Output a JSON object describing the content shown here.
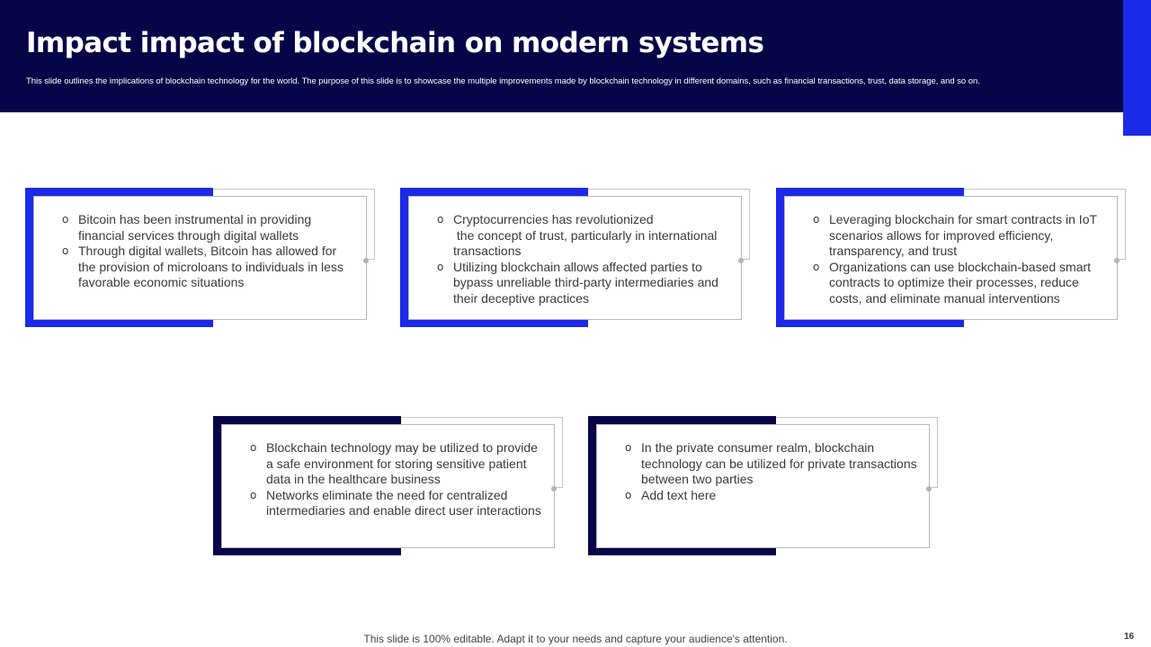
{
  "slide": {
    "title": "Impact impact of blockchain on modern systems",
    "subtitle": "This slide outlines the implications of blockchain technology for the world. The purpose of this slide is to showcase the multiple improvements made by blockchain technology in different domains, such as financial transactions, trust, data storage, and so on.",
    "footer": "This slide is 100% editable. Adapt it to your needs and capture your audience's attention.",
    "page_number": "16"
  },
  "colors": {
    "header_bg": "#050547",
    "accent_blue": "#1a2ae6",
    "accent_navy": "#050547"
  },
  "cards": [
    {
      "bullet_icon": "hollow-circle-bullet",
      "bullets": [
        "Bitcoin has been instrumental in providing financial services through digital wallets",
        "Through digital wallets, Bitcoin has allowed for the provision of microloans to individuals in less favorable economic situations"
      ]
    },
    {
      "bullet_icon": "hollow-circle-bullet",
      "bullets": [
        " the concept of trust, particularly in international transactions",
        "Utilizing blockchain allows affected parties to bypass unreliable third-party intermediaries and their deceptive practices"
      ],
      "lead": "Cryptocurrencies has revolutionized"
    },
    {
      "bullet_icon": "hollow-circle-bullet",
      "bullets": [
        "Leveraging blockchain for smart contracts in IoT scenarios allows for improved efficiency, transparency, and trust",
        "Organizations can use blockchain-based smart contracts to optimize their processes, reduce costs, and eliminate manual interventions"
      ]
    },
    {
      "bullet_icon": "hollow-circle-bullet",
      "bullets": [
        "Blockchain technology may be utilized to provide a safe environment for storing sensitive patient data in the healthcare business",
        "Networks eliminate the need for centralized intermediaries and enable direct user interactions"
      ]
    },
    {
      "bullet_icon": "hollow-circle-bullet",
      "bullets": [
        "In the private consumer realm, blockchain technology can be utilized for private transactions between two parties",
        "Add text here"
      ]
    }
  ]
}
